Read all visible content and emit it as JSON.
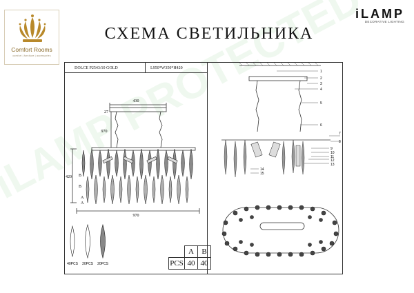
{
  "header": {
    "title": "СХЕМА СВЕТИЛЬНИКА",
    "left_logo": {
      "brand": "Comfort Rooms",
      "tagline": "comfort | furniture | accessories"
    },
    "right_logo": {
      "name": "iLAMP",
      "sub": "DECORATIVE LIGHTING"
    }
  },
  "spec": {
    "model": "DOLCE P2543/10 GOLD",
    "dimensions": "L950*W350*H420"
  },
  "front_view": {
    "dim_top": "430",
    "dim_chain": "970",
    "dim_offset": "27",
    "dim_height": "420",
    "dim_width": "970",
    "label_a": "A",
    "label_b": "B"
  },
  "side_view": {
    "callouts": [
      "1",
      "2",
      "3",
      "4",
      "5",
      "6",
      "7",
      "8",
      "9",
      "10",
      "11",
      "12",
      "13",
      "14",
      "15"
    ]
  },
  "crystals": [
    {
      "qty": "40PCS"
    },
    {
      "qty": "20PCS"
    },
    {
      "qty": "20PCS"
    }
  ],
  "pcs_table": {
    "row_label": "PCS",
    "columns": [
      "A",
      "B"
    ],
    "values": [
      "40",
      "40"
    ]
  },
  "watermark": "iLAMP PROTECTED",
  "colors": {
    "line": "#333333",
    "brand_gold": "#b8892b",
    "watermark": "#78c878"
  }
}
